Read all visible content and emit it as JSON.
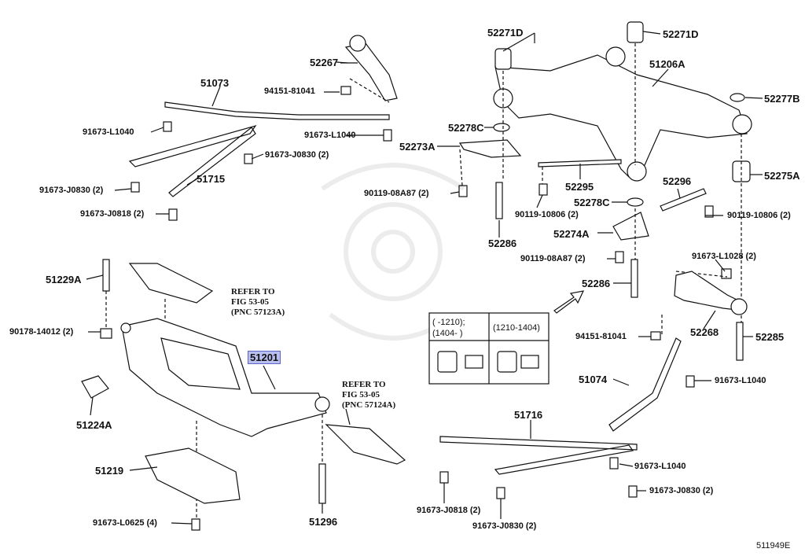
{
  "diagram_id": "511949E",
  "highlight": "#b8bff0",
  "labels": {
    "p51073": "51073",
    "p52267": "52267",
    "p94151a": "94151-81041",
    "p91673_l1040_a": "91673-L1040",
    "p91673_l1040_b": "91673-L1040",
    "p91673_j0830_a": "91673-J0830 (2)",
    "p91673_j0830_b": "91673-J0830 (2)",
    "p51715": "51715",
    "p91673_j0818_a": "91673-J0818 (2)",
    "p52271d_a": "52271D",
    "p52271d_b": "52271D",
    "p51206a": "51206A",
    "p52277b": "52277B",
    "p52278c_a": "52278C",
    "p52273a": "52273A",
    "p52295": "52295",
    "p90119_08a87_a": "90119-08A87 (2)",
    "p90119_10806_a": "90119-10806 (2)",
    "p52278c_b": "52278C",
    "p52296": "52296",
    "p52275a": "52275A",
    "p90119_10806_b": "90119-10806 (2)",
    "p52286_a": "52286",
    "p52274a": "52274A",
    "p90119_08a87_b": "90119-08A87 (2)",
    "p91673_l1028": "91673-L1028 (2)",
    "p52286_b": "52286",
    "p51229a": "51229A",
    "refer1_l1": "REFER TO",
    "refer1_l2": "FIG 53-05",
    "refer1_l3": "(PNC 57123A)",
    "p90178": "90178-14012 (2)",
    "p51201": "51201",
    "p51224a": "51224A",
    "refer2_l1": "REFER TO",
    "refer2_l2": "FIG 53-05",
    "refer2_l3": "(PNC 57124A)",
    "p51219": "51219",
    "p91673_l0625": "91673-L0625 (4)",
    "p51296": "51296",
    "p94151b": "94151-81041",
    "p52268": "52268",
    "p52285": "52285",
    "p51074": "51074",
    "p91673_l1040_c": "91673-L1040",
    "p51716": "51716",
    "p91673_l1040_d": "91673-L1040",
    "p91673_j0818_b": "91673-J0818 (2)",
    "p91673_j0830_c": "91673-J0830 (2)",
    "p91673_j0830_d": "91673-J0830 (2)"
  },
  "table": {
    "h1": "(      -1210);",
    "h1b": "(1404-      )",
    "h2": "(1210-1404)"
  }
}
